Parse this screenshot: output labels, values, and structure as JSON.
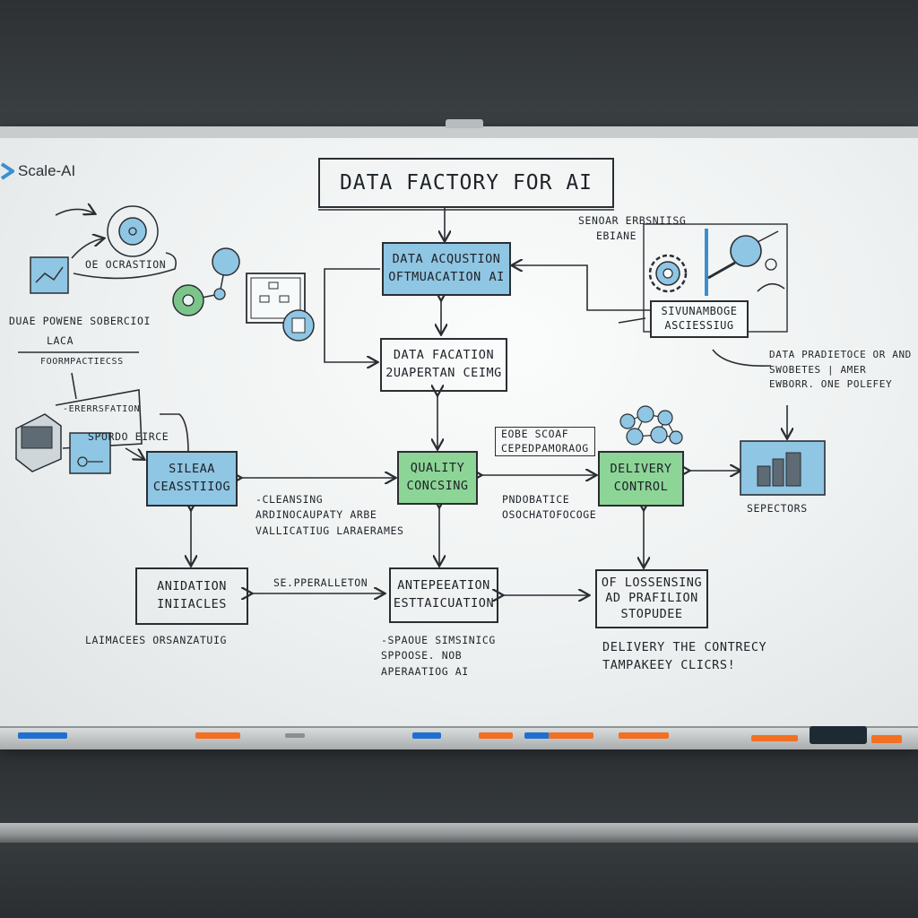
{
  "brand": {
    "logo_text": "Scale-AI",
    "logo_color": "#3a8fd0"
  },
  "title": "DATA FACTORY FOR AI",
  "boxes": {
    "acquisition": [
      "DATA ACQUSTION",
      "OFTMUACATION AI"
    ],
    "facation": [
      "DATA FACATION",
      "2UAPERTAN CEIMG"
    ],
    "sileaa": [
      "SILEAA",
      "CEASSTIIOG"
    ],
    "quality": [
      "QUALITY",
      "CONCSING"
    ],
    "delivery": [
      "DELIVERY",
      "CONTROL"
    ],
    "anidation": [
      "ANIDATION",
      "INIIACLES"
    ],
    "antepeeation": [
      "ANTEPEEATION",
      "ESTTAICUATION"
    ],
    "lossensing": [
      "OF LOSSENSING",
      "AD PRAFILION",
      "STOPUDEE"
    ],
    "sivunaborge": [
      "SIVUNAMBOGE",
      "ASCIESSIUG"
    ]
  },
  "notes": {
    "oc_ercastion": "OE OCRASTION",
    "duae_powene": "DUAE POWENE SOBERCIOI",
    "laca": "LACA",
    "foormpactiecss": "FOORMPACTIECSS",
    "ererrsfation": "-ERERRSFATION",
    "spordo_eirce": "SPORDO EIRCE",
    "cleansing": [
      "-CLEANSING",
      "ARDINOCAUPATY ARBE",
      "VALLICATIUG LARAERAMES"
    ],
    "eobe_scoaf": [
      "EOBE SCOAF",
      "CEPEDPAMORAOG"
    ],
    "pndobatice": [
      "PNDOBATICE",
      "OSOCHATOFOCOGE"
    ],
    "sepfrallcton": "SE.PPERALLETON",
    "laimacees": "LAIMACEES ORSANZATUIG",
    "spaoue": [
      "-SPAOUE SIMSINICG",
      "SPPOOSE. NOB",
      "APERAATIOG AI"
    ],
    "delivery_note": [
      "DELIVERY THE CONTRECY",
      "TAMPAKEEY CLICRS!"
    ],
    "senoar": [
      "SENOAR ERBSNIISG",
      "EBIANE"
    ],
    "data_pradie": [
      "DATA PRADIETOCE OR AND",
      "SWOBETES | AMER",
      "EWBORR. ONE POLEFEY"
    ],
    "sepectors": "SEPECTORS"
  },
  "colors": {
    "box_blue": "#8fc6e3",
    "box_green": "#8cd597",
    "ink": "#2a2e33",
    "marker_blue": "#1f6fd1",
    "marker_orange": "#f36f21"
  },
  "markers": [
    {
      "color": "blue"
    },
    {
      "color": "orange"
    },
    {
      "color": "gray"
    },
    {
      "color": "blue"
    },
    {
      "color": "orange"
    },
    {
      "color": "blue"
    },
    {
      "color": "orange"
    },
    {
      "color": "orange"
    },
    {
      "color": "orange"
    },
    {
      "color": "orange"
    }
  ]
}
